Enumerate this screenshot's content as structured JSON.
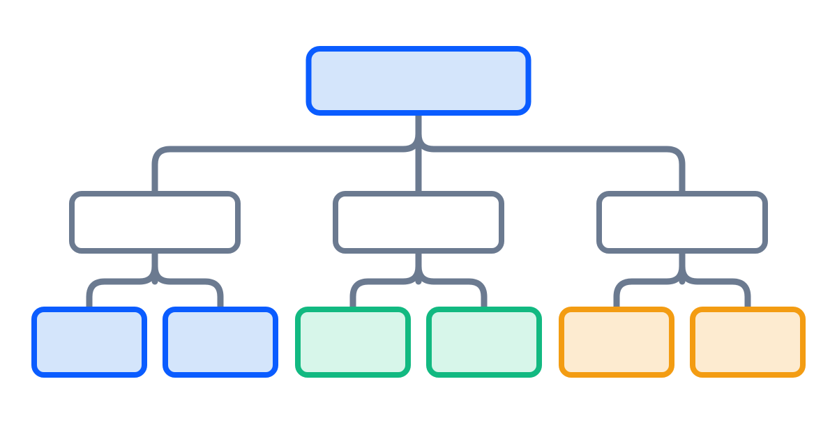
{
  "colors": {
    "background": "#ffffff",
    "connector": "#6b7a90",
    "blue_stroke": "#0a5cff",
    "blue_fill": "#d4e5fb",
    "green_stroke": "#12b981",
    "green_fill": "#d7f6ea",
    "orange_stroke": "#f39c12",
    "orange_fill": "#fdebd0",
    "gray_stroke": "#6b7a90",
    "gray_fill": "#ffffff"
  },
  "diagram": {
    "type": "hierarchy-tree",
    "root": {
      "label": "",
      "color": "blue",
      "children": [
        {
          "label": "",
          "color": "gray",
          "children": [
            {
              "label": "",
              "color": "blue"
            },
            {
              "label": "",
              "color": "blue"
            }
          ]
        },
        {
          "label": "",
          "color": "gray",
          "children": [
            {
              "label": "",
              "color": "green"
            },
            {
              "label": "",
              "color": "green"
            }
          ]
        },
        {
          "label": "",
          "color": "gray",
          "children": [
            {
              "label": "",
              "color": "orange"
            },
            {
              "label": "",
              "color": "orange"
            }
          ]
        }
      ]
    }
  }
}
